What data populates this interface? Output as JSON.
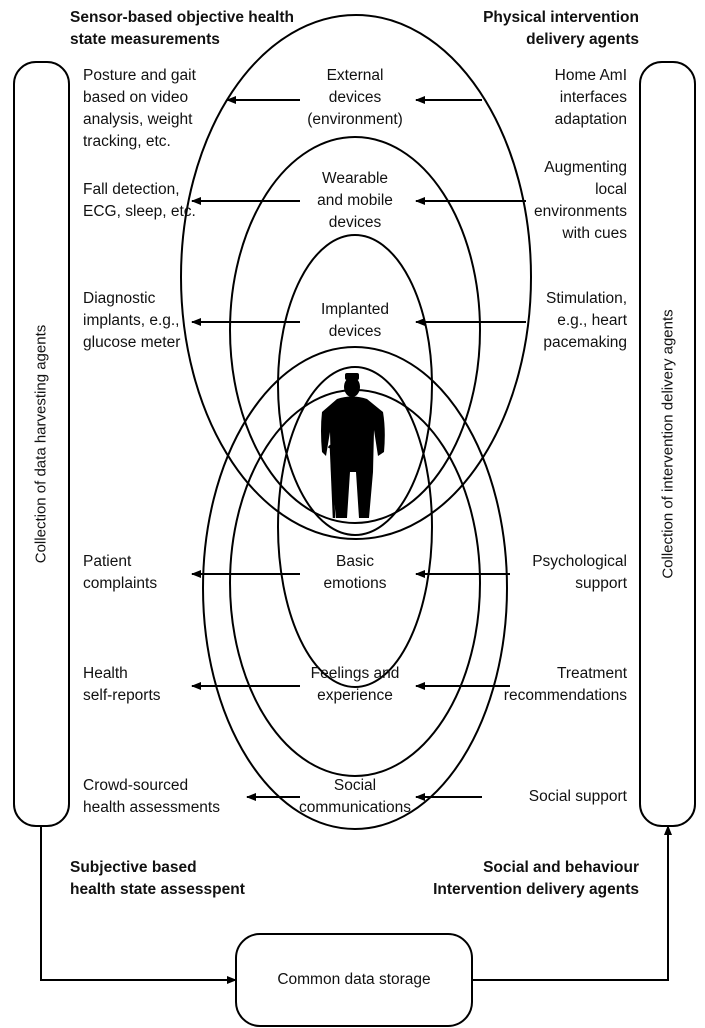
{
  "headers": {
    "top_left": [
      "Sensor-based objective health",
      "state measurements"
    ],
    "top_right": [
      "Physical intervention",
      "delivery agents"
    ],
    "bottom_left": [
      "Subjective based",
      "health state assesspent"
    ],
    "bottom_right": [
      "Social and behaviour",
      "Intervention delivery agents"
    ]
  },
  "side_boxes": {
    "left": "Collection of data harvesting agents",
    "right": "Collection of intervention delivery agents"
  },
  "storage": "Common data storage",
  "rows": [
    {
      "left": [
        "Posture and gait",
        "based on video",
        "analysis, weight",
        "tracking, etc."
      ],
      "center": [
        "External",
        "devices",
        "(environment)"
      ],
      "right": [
        "Home AmI",
        "interfaces",
        "adaptation"
      ]
    },
    {
      "left": [
        "Fall detection,",
        "ECG, sleep, etc."
      ],
      "center": [
        "Wearable",
        "and mobile",
        "devices"
      ],
      "right": [
        "Augmenting",
        "local",
        "environments",
        "with cues"
      ]
    },
    {
      "left": [
        "Diagnostic",
        "implants, e.g.,",
        "glucose meter"
      ],
      "center": [
        "Implanted",
        "devices"
      ],
      "right": [
        "Stimulation,",
        "e.g., heart",
        "pacemaking"
      ]
    },
    {
      "left": [
        "Patient",
        "complaints"
      ],
      "center": [
        "Basic",
        "emotions"
      ],
      "right": [
        "Psychological",
        "support"
      ]
    },
    {
      "left": [
        "Health",
        "self-reports"
      ],
      "center": [
        "Feelings and",
        "experience"
      ],
      "right": [
        "Treatment",
        "recommendations"
      ]
    },
    {
      "left": [
        "Crowd-sourced",
        "health assessments"
      ],
      "center": [
        "Social",
        "communications"
      ],
      "right": [
        "Social support"
      ]
    }
  ]
}
